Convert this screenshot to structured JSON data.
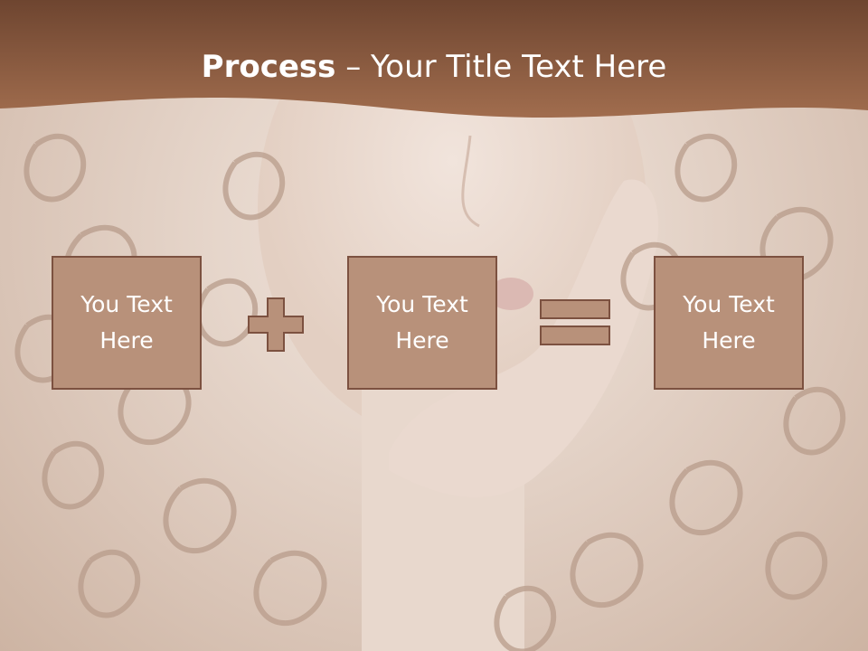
{
  "slide": {
    "title_bold": "Process",
    "title_dash": " – ",
    "title_rest": "Your Title Text Here",
    "boxes": [
      {
        "label": "You Text Here"
      },
      {
        "label": "You Text Here"
      },
      {
        "label": "You Text Here"
      }
    ],
    "operators": [
      "plus-icon",
      "equals-icon"
    ]
  },
  "colors": {
    "header_brown": "#8a5b40",
    "box_fill": "#b8917a",
    "box_border": "#7c5140"
  }
}
